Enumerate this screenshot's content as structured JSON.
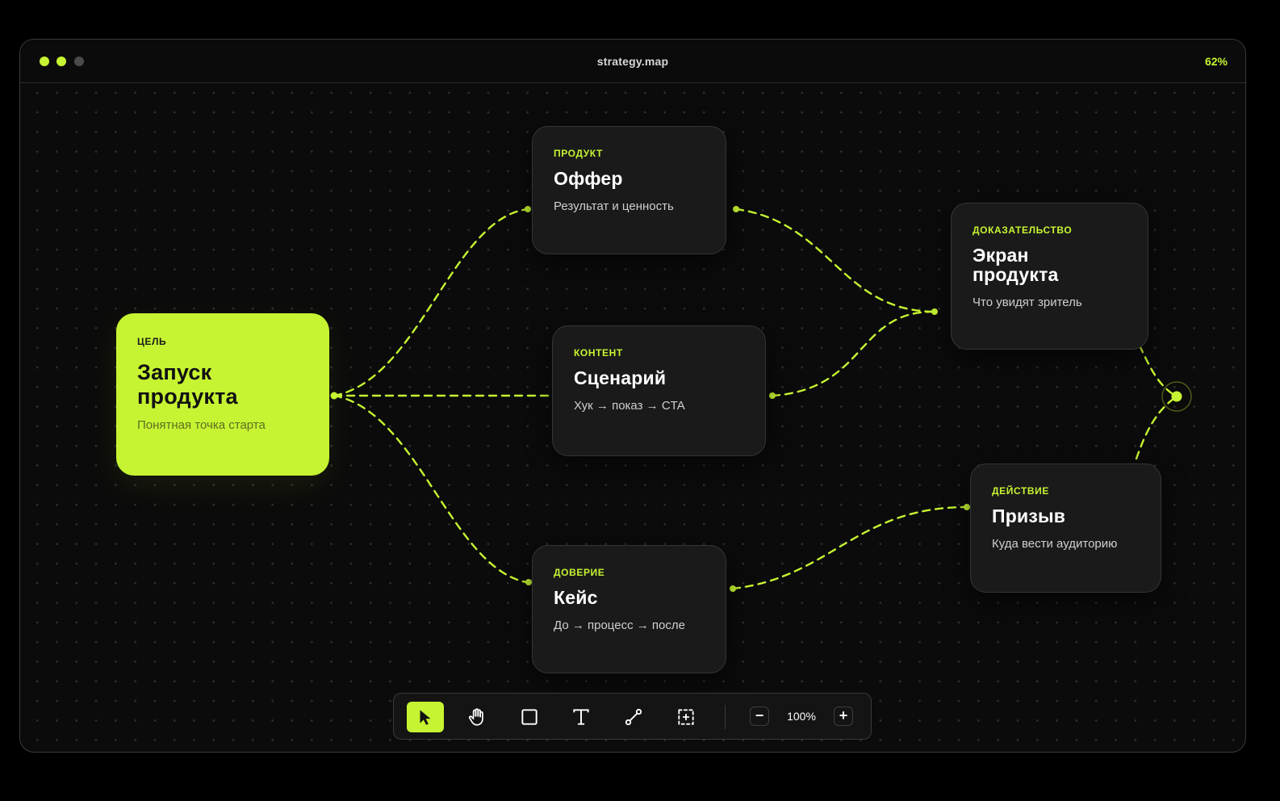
{
  "window": {
    "title": "strategy.map",
    "zoom_indicator": "62%"
  },
  "colors": {
    "accent": "#c6f432",
    "background": "#0b0b0b",
    "card": "#1a1a1a"
  },
  "nodes": {
    "goal": {
      "tag": "ЦЕЛЬ",
      "title": "Запуск продукта",
      "subtitle": "Понятная точка старта"
    },
    "offer": {
      "tag": "ПРОДУКТ",
      "title": "Оффер",
      "subtitle": "Результат и ценность"
    },
    "scenario": {
      "tag": "КОНТЕНТ",
      "title": "Сценарий",
      "subtitle": "Хук → показ → CTA"
    },
    "case": {
      "tag": "ДОВЕРИЕ",
      "title": "Кейс",
      "subtitle": "До → процесс → после"
    },
    "screen": {
      "tag": "ДОКАЗАТЕЛЬСТВО",
      "title": "Экран продукта",
      "subtitle": "Что увидят зритель"
    },
    "cta": {
      "tag": "ДЕЙСТВИЕ",
      "title": "Призыв",
      "subtitle": "Куда вести аудиторию"
    }
  },
  "toolbar": {
    "tools": [
      "select-tool",
      "hand-tool",
      "rectangle-tool",
      "text-tool",
      "connector-tool",
      "frame-tool"
    ],
    "active_tool": "select-tool",
    "zoom_out": "−",
    "zoom_level": "100%",
    "zoom_in": "+"
  }
}
